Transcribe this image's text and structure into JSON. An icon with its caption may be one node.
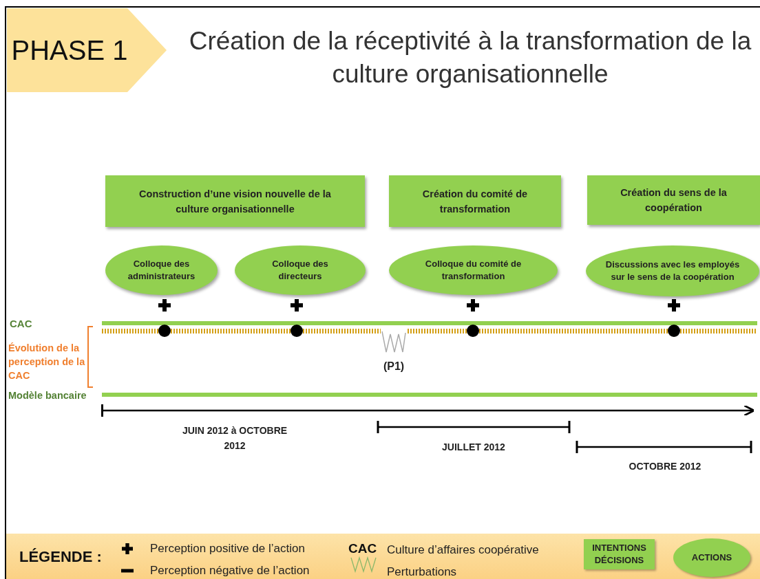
{
  "diagram": {
    "title": "Création de la réceptivité à la transformation de la culture organisationnelle",
    "nodes": [
      {
        "text": [
          "PHASE 1"
        ]
      },
      {
        "text": [
          "Construction d’une vision nouvelle de la culture organisationnelle"
        ]
      },
      {
        "text": [
          "Création du comité de transformation"
        ]
      },
      {
        "text": [
          "Création du sens de la coopération"
        ]
      },
      {
        "text": [
          "Colloque des administrateurs"
        ]
      },
      {
        "text": [
          "Colloque des directeurs"
        ]
      },
      {
        "text": [
          "Colloque du comité de transformation"
        ]
      },
      {
        "text": [
          "Discussions avec les employés sur le sens de la coopération"
        ]
      }
    ],
    "edges": [],
    "labels": [
      "CAC",
      "Évolution de la perception de la CAC",
      "Modèle bancaire",
      "(P1)",
      "JUIN 2012 à OCTOBRE 2012",
      "JUILLET 2012",
      "OCTOBRE 2012",
      "LÉGENDE :",
      "CAC"
    ],
    "legend": [
      {
        "text": "Perception positive de l’action"
      },
      {
        "text": "Perception négative de l’action"
      },
      {
        "text": "Culture d’affaires coopérative"
      },
      {
        "text": "Perturbations"
      },
      {
        "text": "INTENTIONS DÉCISIONS",
        "color": "#92d050"
      },
      {
        "text": "ACTIONS",
        "color": "#92d050"
      }
    ]
  }
}
